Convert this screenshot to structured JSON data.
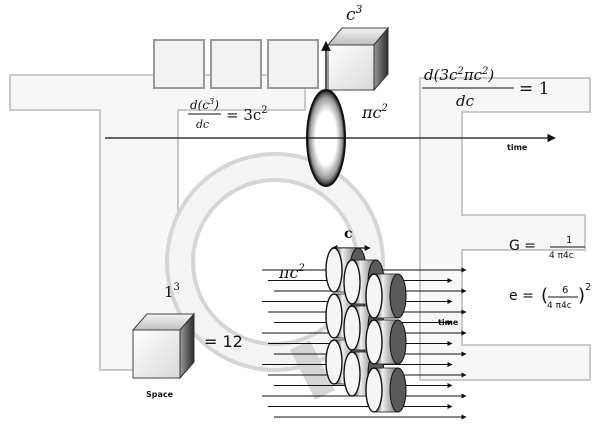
{
  "labels": {
    "c_cubed": "c",
    "c_cubed_exp": "3",
    "deriv_left_num": "d(c",
    "deriv_left_num_exp": "3",
    "deriv_left_num_close": ")",
    "deriv_left_den": "dc",
    "deriv_left_rhs": "= 3c",
    "deriv_left_rhs_exp": "2",
    "pi_c2_top": "πc",
    "pi_c2_top_exp": "2",
    "deriv_right_num": "d(3c",
    "deriv_right_num_exp1": "2",
    "deriv_right_num_mid": "πc",
    "deriv_right_num_exp2": "2",
    "deriv_right_num_close": ")",
    "deriv_right_den": "dc",
    "deriv_right_rhs": "= 1",
    "time_top": "time",
    "c_label": "c",
    "pi_c2_bottom": "πc",
    "pi_c2_bottom_exp": "2",
    "one_cubed": "1",
    "one_cubed_exp": "3",
    "equals_12": "=  12",
    "space": "Space",
    "time_bottom": "time",
    "G_lhs": "G =",
    "G_num": "1",
    "G_den": "4 π4c",
    "e_lhs": "e =",
    "e_num": "6",
    "e_den": "4 π4c",
    "e_exp": "2"
  },
  "colors": {
    "ink": "#111111",
    "emboss": "#f7f7f7",
    "emboss_edge": "#c9c9c9"
  }
}
